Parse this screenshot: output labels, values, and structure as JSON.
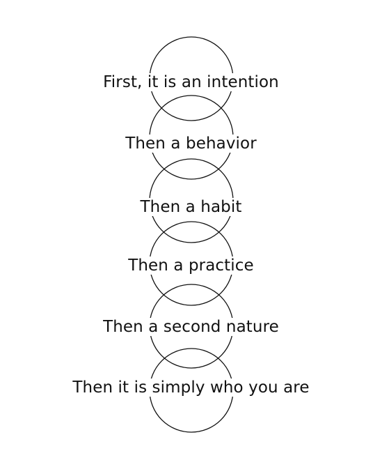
{
  "stages": [
    "First, it is an intention",
    "Then a behavior",
    "Then a habit",
    "Then a practice",
    "Then a second nature",
    "Then it is simply who you are"
  ],
  "colors": {
    "background": "#ffffff",
    "ink": "#111111"
  }
}
